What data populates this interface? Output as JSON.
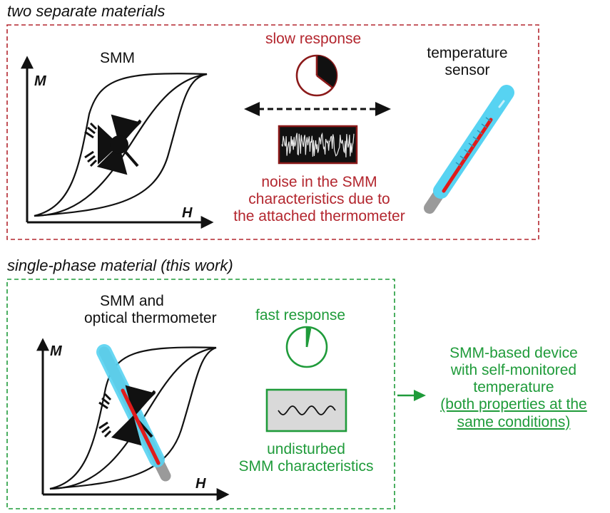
{
  "top_section": {
    "title": "two separate materials",
    "smm_label": "SMM",
    "axis_m": "M",
    "axis_h": "H",
    "slow_response": "slow response",
    "noise_lines": [
      "noise in the SMM",
      "characteristics due to",
      "the attached thermometer"
    ],
    "sensor_lines": [
      "temperature",
      "sensor"
    ]
  },
  "bottom_section": {
    "title": "single-phase material (this work)",
    "smm_lines": [
      "SMM and",
      "optical thermometer"
    ],
    "axis_m": "M",
    "axis_h": "H",
    "fast_response": "fast response",
    "undisturbed_lines": [
      "undisturbed",
      "SMM characteristics"
    ]
  },
  "result": {
    "lines": [
      "SMM-based device",
      "with self-monitored",
      "temperature"
    ],
    "underlined_lines": [
      "(both properties at the",
      "same conditions)"
    ]
  },
  "colors": {
    "red": "#b3262e",
    "green": "#1f9b3a",
    "thermo_blue": "#57d3f2",
    "mercury": "#e01b1b"
  }
}
